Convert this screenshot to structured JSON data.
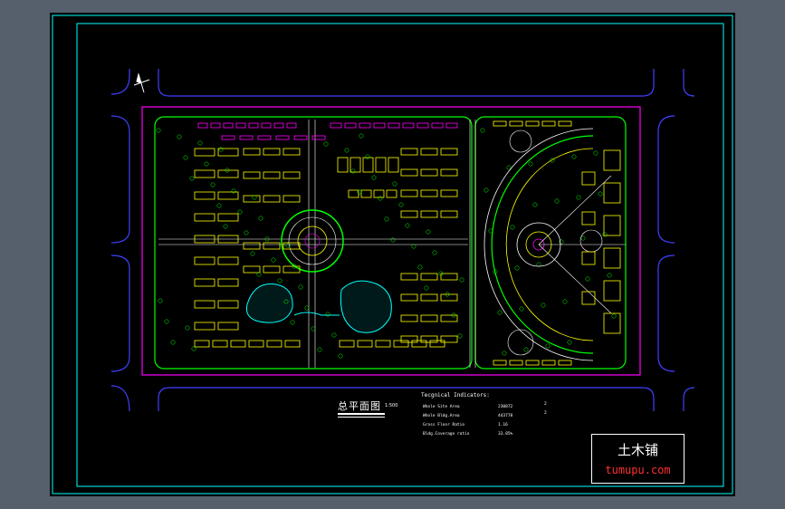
{
  "drawing": {
    "title": "总平面图",
    "scale": "1:500"
  },
  "tech_data": {
    "heading": "Tecgnical Indicators:",
    "rows": [
      {
        "label": "Whole Site Area",
        "value": "230872",
        "unit": "2"
      },
      {
        "label": "Whole Bldg.Area",
        "value": "443778",
        "unit": "2"
      },
      {
        "label": "Gross Floor Ratio",
        "value": "1.16",
        "unit": ""
      },
      {
        "label": "Bldg.Coverage ratio",
        "value": "33.85%",
        "unit": ""
      }
    ]
  },
  "watermark": {
    "name": "土木铺",
    "url": "tumupu.com"
  },
  "colors": {
    "background": "#55606c",
    "sheet": "#000000",
    "frame": "#00ffff",
    "boundary": "#ff00ff",
    "road": "#4040ff",
    "building": "#ffff00",
    "green": "#00ff00",
    "stamp_url": "#ff3030"
  }
}
